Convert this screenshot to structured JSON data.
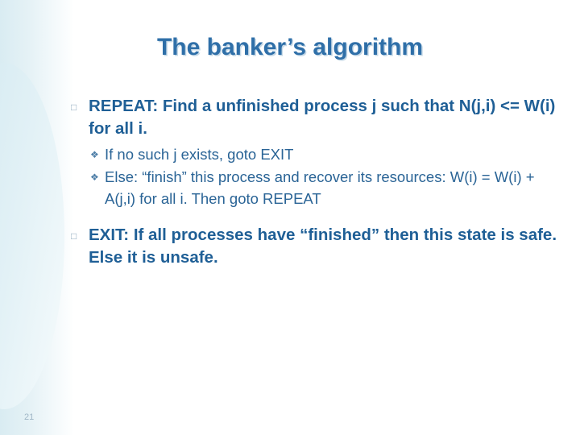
{
  "slide": {
    "title": "The banker’s algorithm",
    "page_number": "21",
    "colors": {
      "title": "#2f6fa8",
      "body": "#1f5f96",
      "sub_body": "#2a6496",
      "deco": "#d9ecf2"
    },
    "bullets": [
      {
        "marker": "□",
        "text": "REPEAT: Find a unfinished process j such that N(j,i) <= W(i) for all i.",
        "children": [
          {
            "marker": "❖",
            "text": "If no such j exists, goto EXIT"
          },
          {
            "marker": "❖",
            "text": "Else: “finish” this process and recover its resources: W(i) = W(i) + A(j,i) for all i. Then goto REPEAT"
          }
        ]
      },
      {
        "marker": "□",
        "text": "EXIT: If all processes have “finished” then this state is safe. Else it is unsafe.",
        "children": []
      }
    ]
  }
}
